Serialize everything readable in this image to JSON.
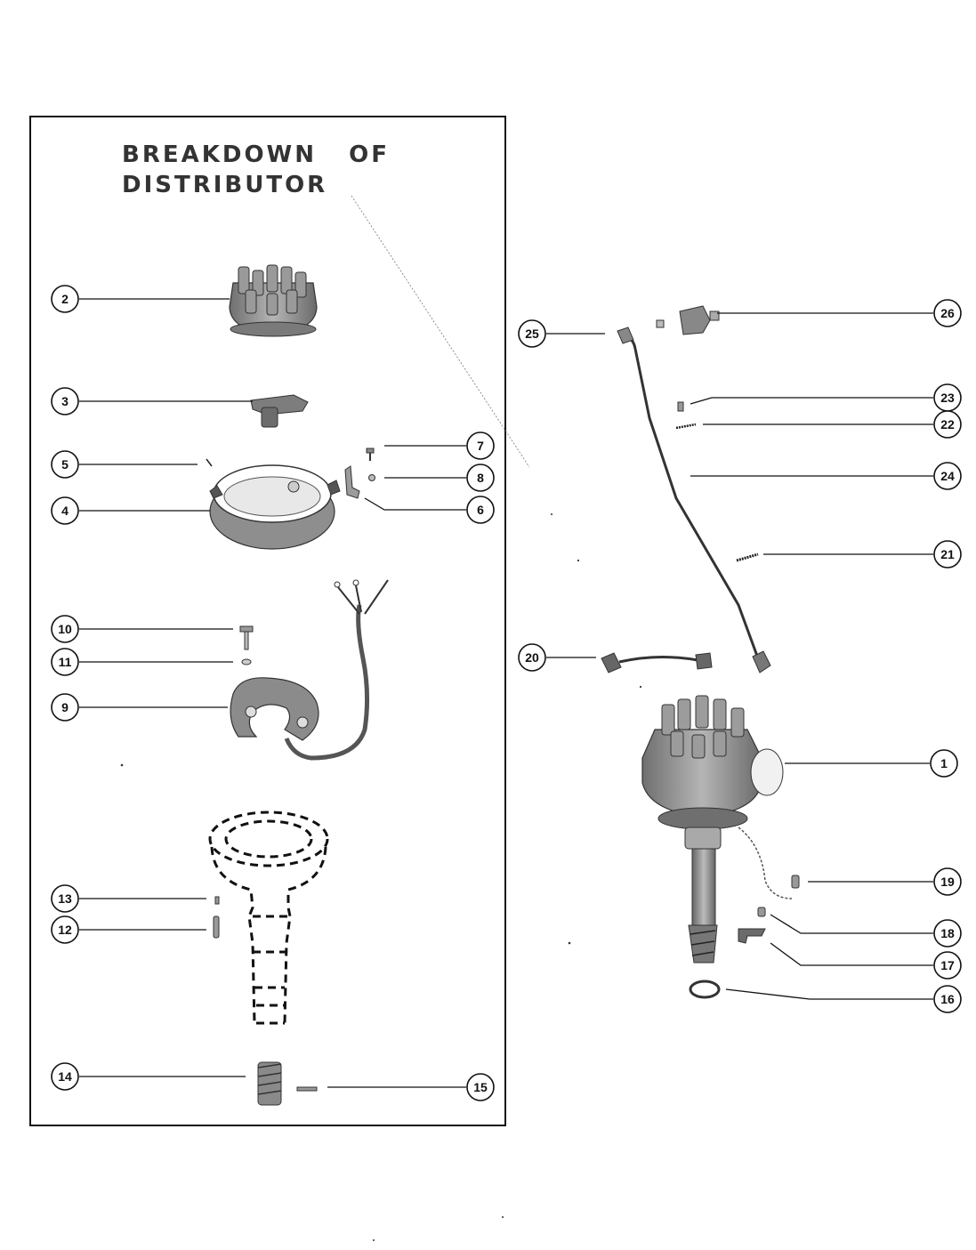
{
  "title": {
    "line1": "BREAKDOWN   OF",
    "line2": "DISTRIBUTOR"
  },
  "callouts": [
    {
      "id": "c1",
      "label": "1"
    },
    {
      "id": "c2",
      "label": "2"
    },
    {
      "id": "c3",
      "label": "3"
    },
    {
      "id": "c4",
      "label": "4"
    },
    {
      "id": "c5",
      "label": "5"
    },
    {
      "id": "c6",
      "label": "6"
    },
    {
      "id": "c7",
      "label": "7"
    },
    {
      "id": "c8",
      "label": "8"
    },
    {
      "id": "c9",
      "label": "9"
    },
    {
      "id": "c10",
      "label": "10"
    },
    {
      "id": "c11",
      "label": "11"
    },
    {
      "id": "c12",
      "label": "12"
    },
    {
      "id": "c13",
      "label": "13"
    },
    {
      "id": "c14",
      "label": "14"
    },
    {
      "id": "c15",
      "label": "15"
    },
    {
      "id": "c16",
      "label": "16"
    },
    {
      "id": "c17",
      "label": "17"
    },
    {
      "id": "c18",
      "label": "18"
    },
    {
      "id": "c19",
      "label": "19"
    },
    {
      "id": "c20",
      "label": "20"
    },
    {
      "id": "c21",
      "label": "21"
    },
    {
      "id": "c22",
      "label": "22"
    },
    {
      "id": "c23",
      "label": "23"
    },
    {
      "id": "c24",
      "label": "24"
    },
    {
      "id": "c25",
      "label": "25"
    },
    {
      "id": "c26",
      "label": "26"
    }
  ],
  "colors": {
    "ink": "#111111",
    "part_shade": "#8a8a8a",
    "part_dark": "#555555",
    "paper": "#ffffff"
  }
}
